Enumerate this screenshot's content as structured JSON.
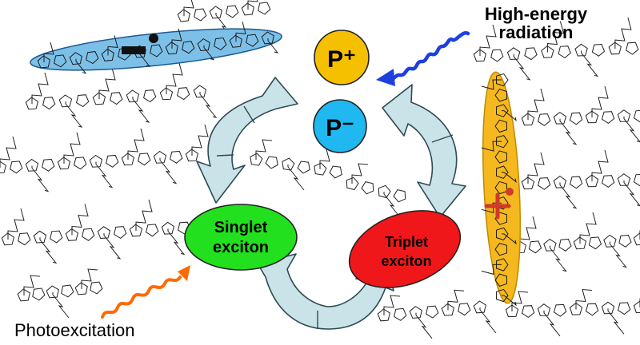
{
  "labels": {
    "high_energy_line1": "High-energy",
    "high_energy_line2": "radiation",
    "photoexcitation": "Photoexcitation",
    "polaron_pos": "P⁺",
    "polaron_neg": "P⁻",
    "singlet_line1": "Singlet",
    "singlet_line2": "exciton",
    "triplet_line1": "Triplet",
    "triplet_line2": "exciton"
  },
  "colors": {
    "p_plus": "#F5C000",
    "p_minus": "#1FB8F0",
    "singlet": "#22E01E",
    "triplet": "#F0171A",
    "arrow_fill": "#C9E3E8",
    "blue_chain": "#7CC0E8",
    "orange_chain": "#F5B81E",
    "radiation_wave": "#1E3FE0",
    "photo_wave": "#FF6A00",
    "charge_marker": "#D03A2A"
  },
  "icons": {
    "radiation": "wavy-arrow-icon",
    "photoexcitation": "wavy-arrow-icon",
    "negative_charge": "minus-sign-icon",
    "positive_charge": "plus-sign-icon"
  }
}
